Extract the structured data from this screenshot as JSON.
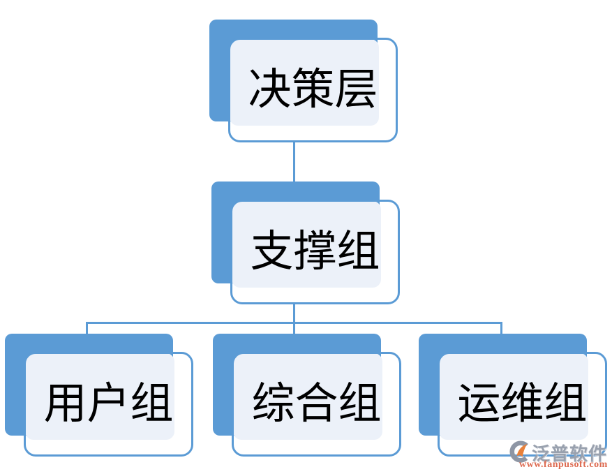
{
  "page": {
    "background": "#FFFFFF"
  },
  "diagram": {
    "type": "org-chart",
    "nodes": [
      {
        "id": "decision-layer",
        "label": "决策层",
        "level": 1,
        "parent": null
      },
      {
        "id": "support-group",
        "label": "支撑组",
        "level": 2,
        "parent": "决策层"
      },
      {
        "id": "user-group",
        "label": "用户组",
        "level": 3,
        "parent": "支撑组"
      },
      {
        "id": "general-group",
        "label": "综合组",
        "level": 3,
        "parent": "支撑组"
      },
      {
        "id": "ops-group",
        "label": "运维组",
        "level": 3,
        "parent": "支撑组"
      }
    ],
    "edges": [
      {
        "from": "决策层",
        "to": "支撑组"
      },
      {
        "from": "支撑组",
        "to": "用户组"
      },
      {
        "from": "支撑组",
        "to": "综合组"
      },
      {
        "from": "支撑组",
        "to": "运维组"
      }
    ]
  },
  "watermark": {
    "brand": "泛普软件",
    "url": "www.fanpusoft.com"
  },
  "colors": {
    "accent_blue": "#5B9BD5",
    "node_fill": "#ECF1F9",
    "node_text": "#000000",
    "connector": "#5B9BD5",
    "watermark_gray": "#99A1AE",
    "watermark_orange": "#DD6A50",
    "logo_orange": "#E8813B",
    "logo_gray": "#8E96A4"
  }
}
